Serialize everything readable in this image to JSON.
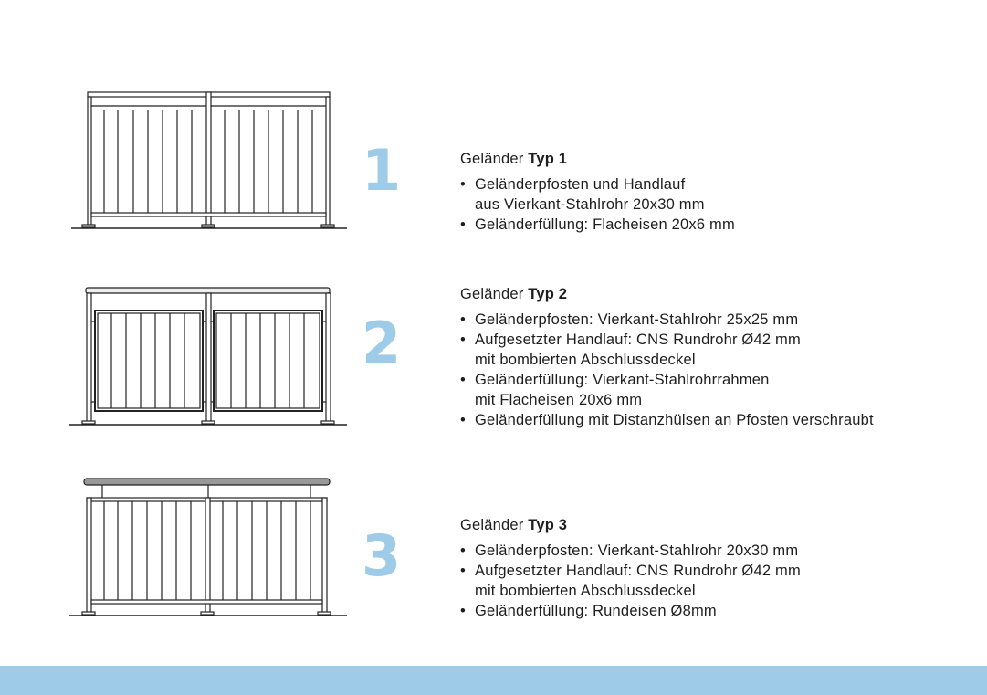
{
  "colors": {
    "accent": "#9ecbe8",
    "text": "#1e1e1e",
    "drawing_stroke": "#222222"
  },
  "types": [
    {
      "number": "1",
      "title_prefix": "Geländer",
      "title_bold": "Typ 1",
      "bullets": [
        {
          "lines": [
            "Geländerpfosten und Handlauf",
            "aus Vierkant-Stahlrohr 20x30 mm"
          ]
        },
        {
          "lines": [
            "Geländerfüllung: Flacheisen 20x6 mm"
          ]
        }
      ]
    },
    {
      "number": "2",
      "title_prefix": "Geländer",
      "title_bold": "Typ 2",
      "bullets": [
        {
          "lines": [
            "Geländerpfosten: Vierkant-Stahlrohr 25x25 mm"
          ]
        },
        {
          "lines": [
            "Aufgesetzter Handlauf: CNS Rundrohr Ø42 mm",
            "mit bombierten Abschlussdeckel"
          ]
        },
        {
          "lines": [
            "Geländerfüllung: Vierkant-Stahlrohrrahmen",
            "mit Flacheisen 20x6 mm"
          ]
        },
        {
          "lines": [
            "Geländerfüllung mit Distanzhülsen an Pfosten verschraubt"
          ]
        }
      ]
    },
    {
      "number": "3",
      "title_prefix": "Geländer",
      "title_bold": "Typ 3",
      "bullets": [
        {
          "lines": [
            "Geländerpfosten: Vierkant-Stahlrohr 20x30 mm"
          ]
        },
        {
          "lines": [
            "Aufgesetzter Handlauf: CNS Rundrohr Ø42 mm",
            "mit bombierten Abschlussdeckel"
          ]
        },
        {
          "lines": [
            "Geländerfüllung: Rundeisen Ø8mm"
          ]
        }
      ]
    }
  ]
}
